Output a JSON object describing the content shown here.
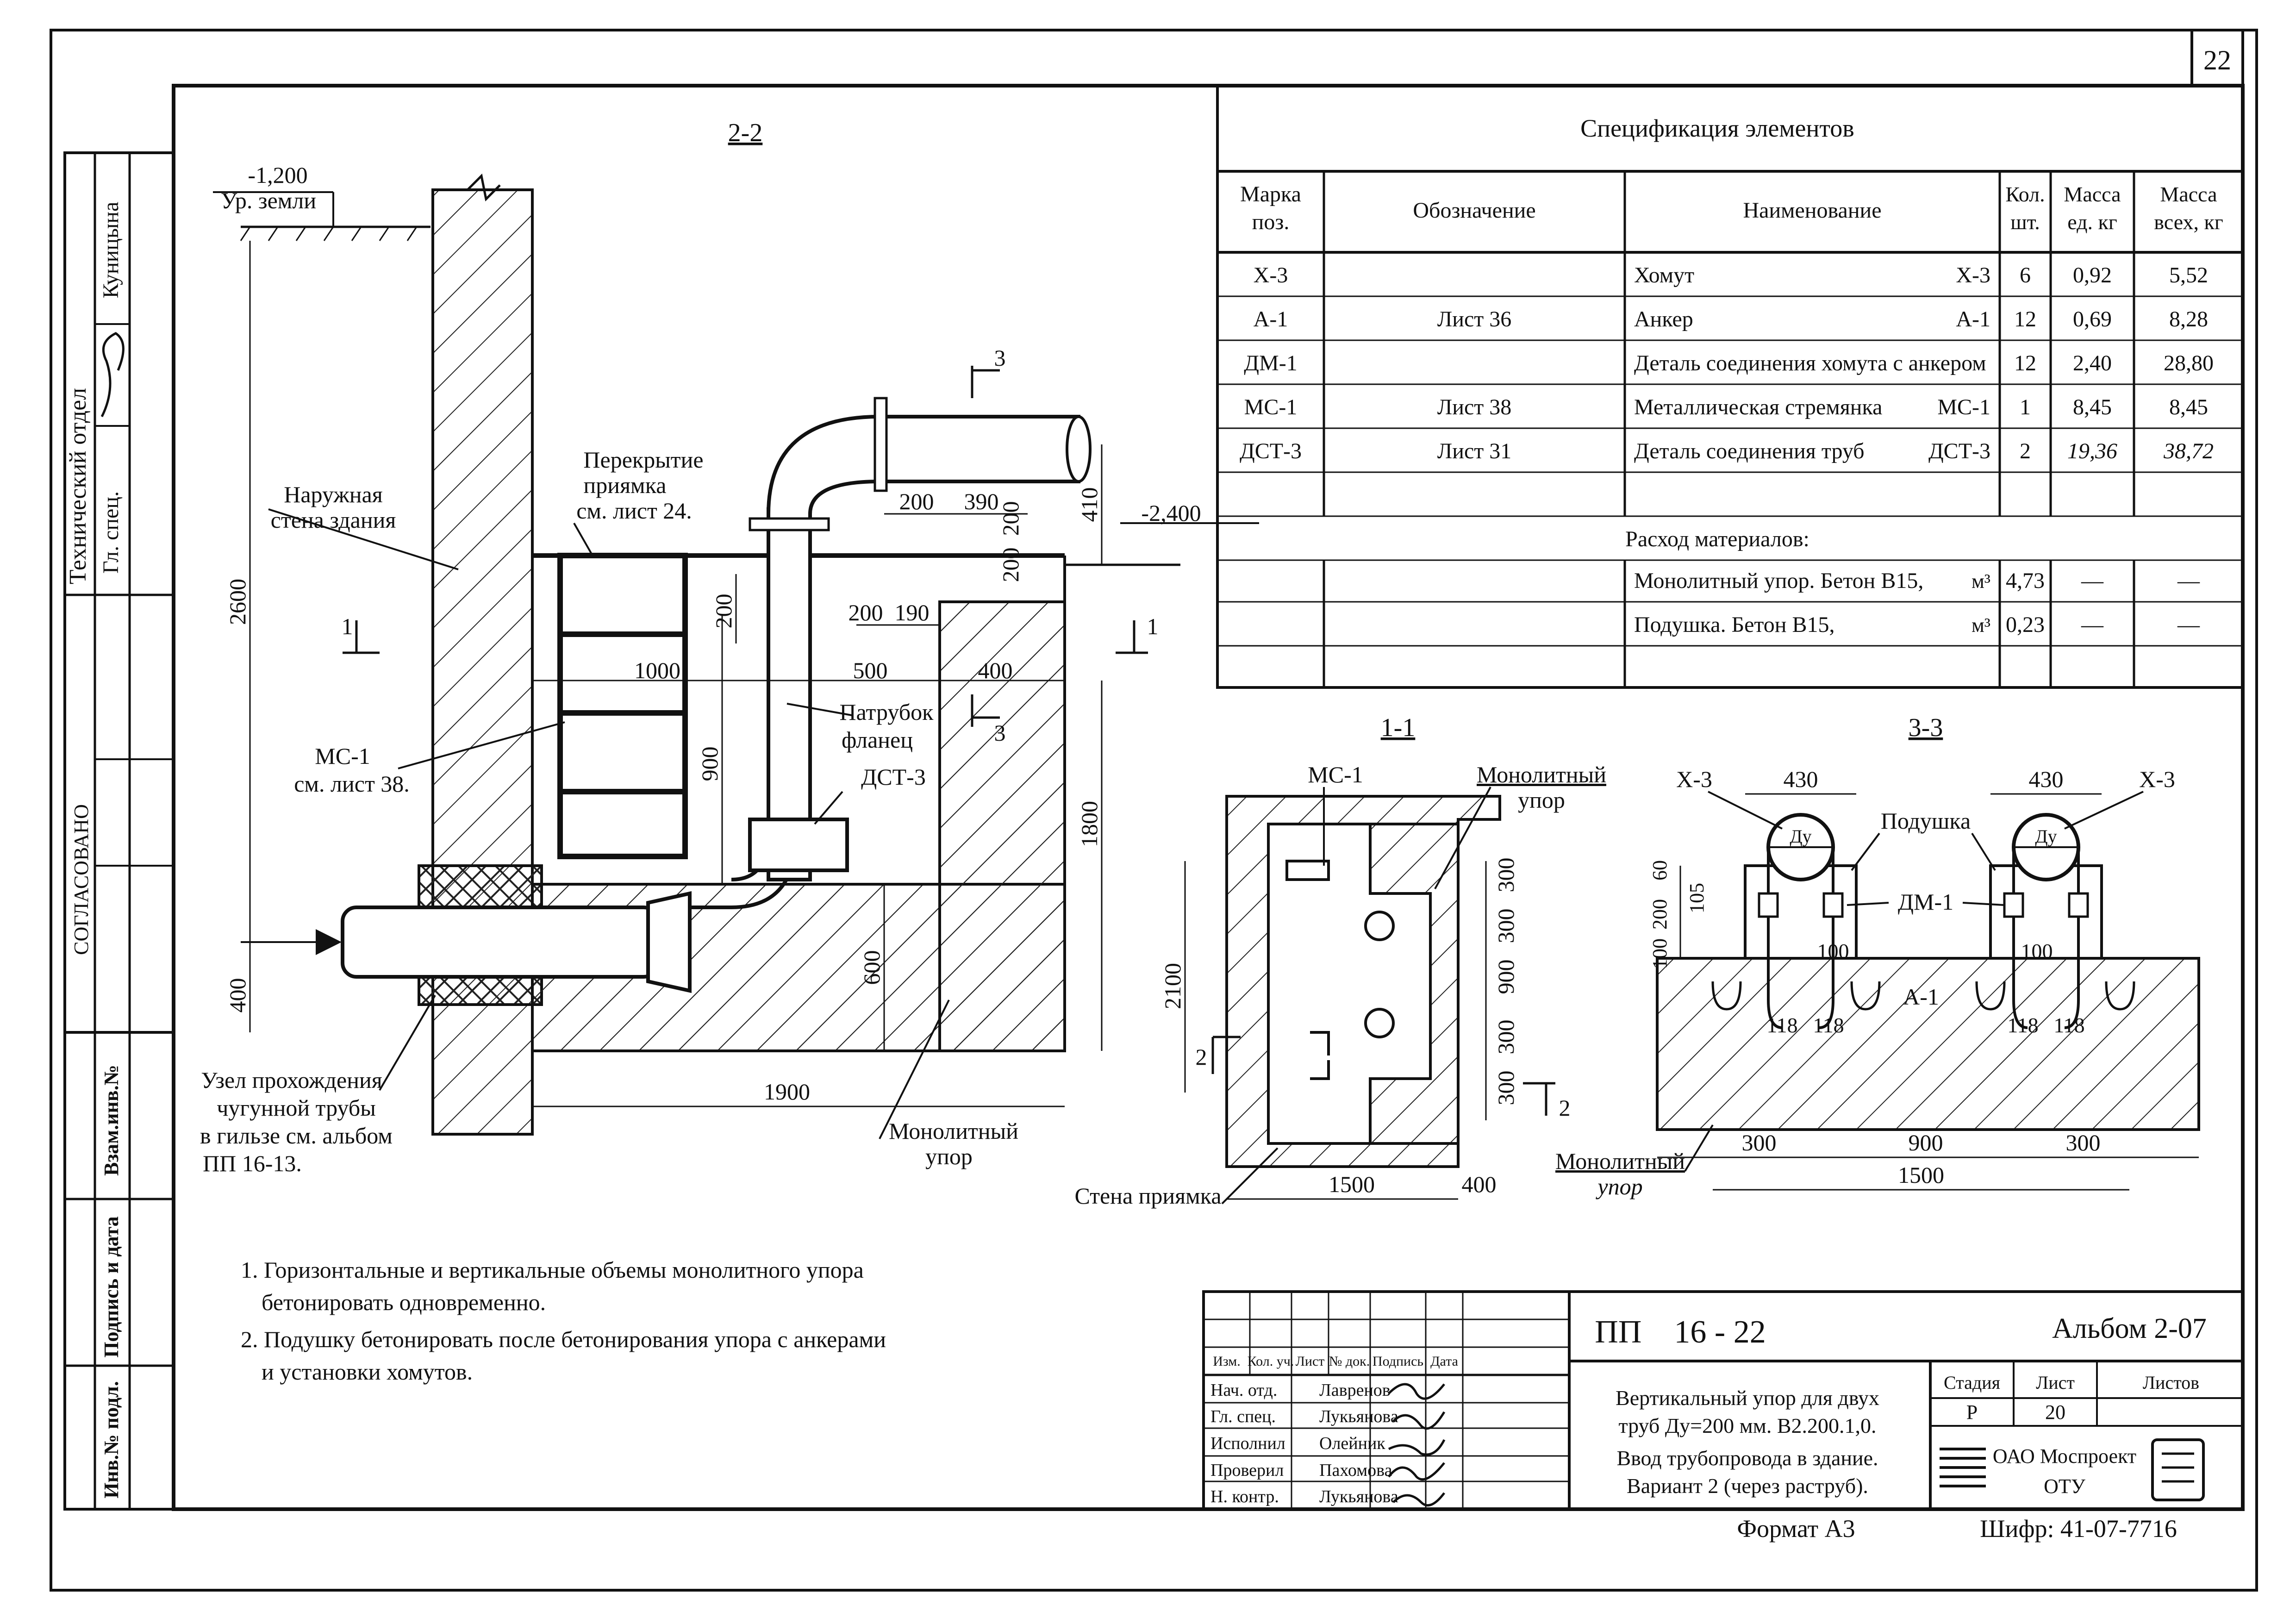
{
  "page_number": "22",
  "side": {
    "tech_dept": "Технический отдел",
    "gl_spec": "Гл. спец.",
    "signer": "Куницына",
    "approved": "СОГЛАСОВАНО",
    "vzam": "Взам.инв.№",
    "podpis": "Подпись и дата",
    "inv": "Инв.№ подл."
  },
  "section22": {
    "title": "2-2",
    "level_ground_val": "-1,200",
    "level_ground_label": "Ур. земли",
    "level_right": "-2,400",
    "wall_label_1": "Наружная",
    "wall_label_2": "стена здания",
    "cover_1": "Перекрытие",
    "cover_2": "приямка",
    "cover_3": "см. лист 24.",
    "mc_1": "МС-1",
    "mc_2": "см. лист 38.",
    "patrubok": "Патрубок",
    "flanec": "фланец",
    "dst": "ДСТ-3",
    "node_1": "Узел прохождения",
    "node_2": "чугунной трубы",
    "node_3": "в гильзе см. альбом",
    "node_4": "ПП 16-13.",
    "mono_1": "Монолитный",
    "mono_2": "упор",
    "d2600": "2600",
    "d1800": "1800",
    "d1900": "1900",
    "d1000": "1000",
    "d500": "500",
    "d400a": "400",
    "d400b": "400",
    "d900": "900",
    "d600": "600",
    "d200a": "200",
    "d200b": "200",
    "d190": "190",
    "d200c": "200",
    "d390": "390",
    "d200d": "200",
    "d200e": "200",
    "d410": "410",
    "cut1": "1",
    "cut3": "3"
  },
  "spec": {
    "title": "Спецификация элементов",
    "headers": [
      "Марка поз.",
      "Обозначение",
      "Наименование",
      "Кол. шт.",
      "Масса ед. кг",
      "Масса всех, кг"
    ],
    "rows": [
      {
        "mark": "Х-3",
        "oboz": "",
        "name": "Хомут",
        "code": "Х-3",
        "qty": "6",
        "m1": "0,92",
        "m2": "5,52"
      },
      {
        "mark": "А-1",
        "oboz": "Лист 36",
        "name": "Анкер",
        "code": "А-1",
        "qty": "12",
        "m1": "0,69",
        "m2": "8,28"
      },
      {
        "mark": "ДМ-1",
        "oboz": "",
        "name": "Деталь соединения хомута с анкером",
        "code": "",
        "qty": "12",
        "m1": "2,40",
        "m2": "28,80"
      },
      {
        "mark": "МС-1",
        "oboz": "Лист 38",
        "name": "Металлическая стремянка",
        "code": "МС-1",
        "qty": "1",
        "m1": "8,45",
        "m2": "8,45"
      },
      {
        "mark": "ДСТ-3",
        "oboz": "Лист 31",
        "name": "Деталь соединения труб",
        "code": "ДСТ-3",
        "qty": "2",
        "m1": "19,36",
        "m2": "38,72"
      }
    ],
    "materials_title": "Расход материалов:",
    "materials": [
      {
        "name": "Монолитный упор. Бетон В15,",
        "unit": "м³",
        "qty": "4,73",
        "m1": "—",
        "m2": "—"
      },
      {
        "name": "Подушка. Бетон В15,",
        "unit": "м³",
        "qty": "0,23",
        "m1": "—",
        "m2": "—"
      }
    ]
  },
  "section11": {
    "title": "1-1",
    "mc": "МС-1",
    "mono_1": "Монолитный",
    "mono_2": "упор",
    "stena": "Стена приямка",
    "d2100": "2100",
    "d1500": "1500",
    "d400": "400",
    "v300a": "300",
    "v300b": "300",
    "v900": "900",
    "v300c": "300",
    "v300d": "300",
    "cut2": "2"
  },
  "section33": {
    "title": "3-3",
    "x3": "Х-3",
    "d430": "430",
    "podushka": "Подушка",
    "dm1": "ДМ-1",
    "a1": "А-1",
    "dy": "Ду",
    "d100": "100",
    "d105": "105",
    "d200": "200",
    "d60": "60",
    "d118": "118",
    "d300": "300",
    "d900": "900",
    "d1500": "1500",
    "mono_1": "Монолитный",
    "mono_2": "упор"
  },
  "notes": [
    "1. Горизонтальные и вертикальные объемы монолитного упора",
    "бетонировать одновременно.",
    "2. Подушку бетонировать после бетонирования упора с анкерами",
    "и установки хомутов."
  ],
  "stamp": {
    "code": "ПП    16 - 22",
    "album": "Альбом 2-07",
    "col_headers": [
      "Изм.",
      "Кол. уч.",
      "Лист",
      "№ док.",
      "Подпись",
      "Дата"
    ],
    "roles": [
      {
        "role": "Нач. отд.",
        "name": "Лавренов"
      },
      {
        "role": "Гл. спец.",
        "name": "Лукьянова"
      },
      {
        "role": "Исполнил",
        "name": "Олейник"
      },
      {
        "role": "Проверил",
        "name": "Пахомова"
      },
      {
        "role": "Н. контр.",
        "name": "Лукьянова"
      }
    ],
    "title_lines": [
      "Вертикальный упор для двух",
      "труб Ду=200 мм. В2.200.1,0.",
      "Ввод трубопровода в здание.",
      "Вариант 2 (через раструб)."
    ],
    "stadia_label": "Стадия",
    "list_label": "Лист",
    "listov_label": "Листов",
    "stadia": "Р",
    "list": "20",
    "listov": "",
    "org_1": "ОАО Моспроект",
    "org_2": "ОТУ",
    "format": "Формат А3",
    "cipher": "Шифр: 41-07-7716"
  }
}
